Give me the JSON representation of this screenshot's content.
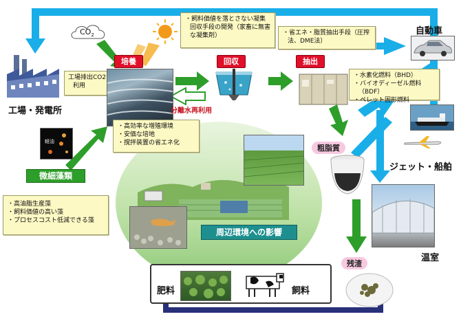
{
  "labels": {
    "co2": "CO",
    "co2_sub": "2",
    "factory": "工場・発電所",
    "cultivation": "培養",
    "recovery": "回収",
    "extraction": "抽出",
    "separation_water": "分離水再利用",
    "car": "自動車",
    "jet_ship": "ジェット・船舶",
    "crude_oil": "粗脂質",
    "greenhouse": "温室",
    "residue": "残渣",
    "microalgae": "微細藻類",
    "environment": "周辺環境への影響",
    "fertilizer": "肥料",
    "feed": "飼料",
    "micro_text": "軽油"
  },
  "notes": {
    "factory_co2": [
      "工場排出CO2利用"
    ],
    "flocculant": [
      "飼料価値を落とさない凝集回収手段の開発（家畜に無害な凝集剤）"
    ],
    "extraction_method": [
      "省エネ・脂質抽出手段（圧搾法、DME法）"
    ],
    "fuels": [
      "水素化燃料（BHD）",
      "バイオディーゼル燃料（BDF）",
      "ペレット固形燃料"
    ],
    "cultivation_env": [
      "高効率な増殖環境",
      "安価な培地",
      "撹拌装置の省エネ化"
    ],
    "algae_traits": [
      "高油脂生産藻",
      "飼料価値の高い藻",
      "プロセスコスト低減できる藻"
    ]
  },
  "colors": {
    "blue_arrow": "#19aee8",
    "green_arrow": "#2e9e2a",
    "red_label": "#e0102a",
    "note_bg": "#fdf9c4",
    "navy_arrow": "#28307a"
  }
}
